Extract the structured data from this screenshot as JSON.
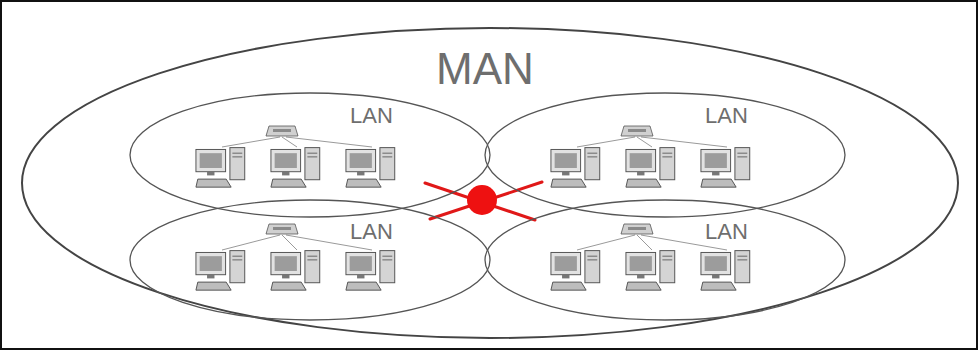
{
  "diagram": {
    "nodes": [
      {
        "text": [
          "MAN"
        ]
      },
      {
        "text": [
          "LAN"
        ],
        "in": 0
      },
      {
        "text": [
          "LAN"
        ],
        "in": 0
      },
      {
        "text": [
          "LAN"
        ],
        "in": 0
      },
      {
        "text": [
          "LAN"
        ],
        "in": 0
      }
    ]
  }
}
